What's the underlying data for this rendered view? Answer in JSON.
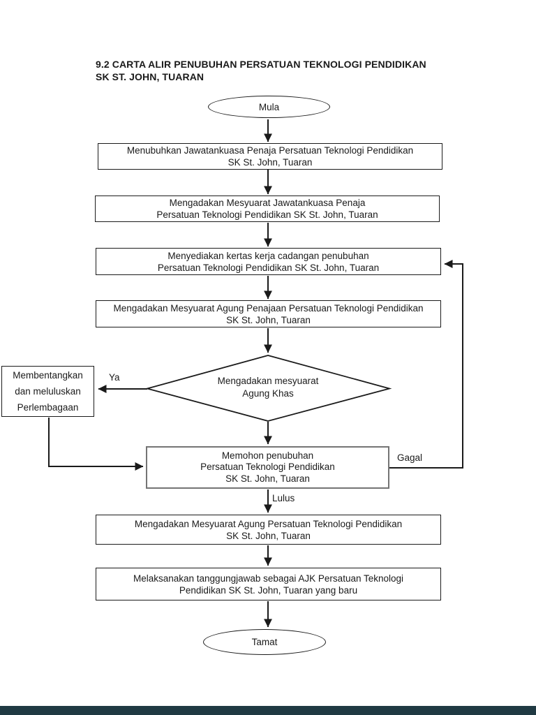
{
  "colors": {
    "ink": "#1a1a1a",
    "memohon_border": "#747474",
    "bottom_bar": "#203a43",
    "background": "#ffffff"
  },
  "title": {
    "line1": "9.2 CARTA ALIR PENUBUHAN PERSATUAN TEKNOLOGI PENDIDIKAN",
    "line2": "SK ST. JOHN, TUARAN"
  },
  "flow": {
    "start": "Mula",
    "end": "Tamat",
    "steps": {
      "box1": {
        "line1": "Menubuhkan Jawatankuasa Penaja Persatuan Teknologi Pendidikan",
        "line2": "SK St. John, Tuaran"
      },
      "box2": {
        "line1": "Mengadakan Mesyuarat Jawatankuasa Penaja",
        "line2": "Persatuan Teknologi Pendidikan SK St. John, Tuaran"
      },
      "box3": {
        "line1": "Menyediakan kertas kerja cadangan  penubuhan",
        "line2": "Persatuan Teknologi Pendidikan SK St. John, Tuaran"
      },
      "box4": {
        "line1": "Mengadakan Mesyuarat Agung Penajaan Persatuan Teknologi Pendidikan",
        "line2": "SK St. John, Tuaran"
      },
      "memohon": {
        "line1": "Memohon penubuhan",
        "line2": "Persatuan Teknologi Pendidikan",
        "line3": "SK St. John, Tuaran"
      },
      "box5": {
        "line1": "Mengadakan Mesyuarat Agung Persatuan Teknologi Pendidikan",
        "line2": "SK St. John, Tuaran"
      },
      "box6": {
        "line1": "Melaksanakan tanggungjawab sebagai AJK Persatuan Teknologi",
        "line2": "Pendidikan SK St. John, Tuaran yang baru"
      }
    },
    "decision": {
      "line1": "Mengadakan mesyuarat",
      "line2": "Agung Khas"
    },
    "side": {
      "line1": "Membentangkan",
      "line2": "dan meluluskan",
      "line3": "Perlembagaan"
    },
    "labels": {
      "ya": "Ya",
      "gagal": "Gagal",
      "lulus": "Lulus"
    }
  }
}
